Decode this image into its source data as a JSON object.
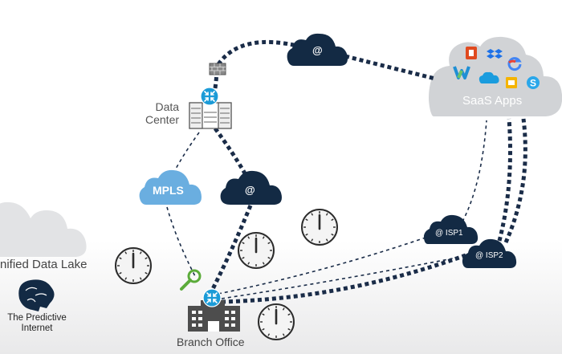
{
  "nodes": {
    "data_center": "Data\nCenter",
    "branch_office": "Branch Office",
    "mpls": "MPLS",
    "internet_cloud_top": "@",
    "internet_cloud_mid": "@",
    "isp1": "@ ISP1",
    "isp2": "@ ISP2",
    "saas": "SaaS Apps",
    "data_lake": "nified Data Lake",
    "predictive_internet": "The Predictive\nInternet"
  },
  "colors": {
    "dark_cloud": "#132a44",
    "mpls_cloud": "#6aaee0",
    "light_cloud": "#e2e3e5",
    "saas_cloud": "#d1d3d6",
    "link": "#1a2c48",
    "router": "#1b9bd7",
    "building": "#4d4d4d",
    "magnifier": "#5bab3a"
  },
  "saas_icons": [
    "office-icon",
    "dropbox-icon",
    "google-icon",
    "webex-icon",
    "salesforce-icon",
    "slides-icon",
    "skype-icon"
  ]
}
